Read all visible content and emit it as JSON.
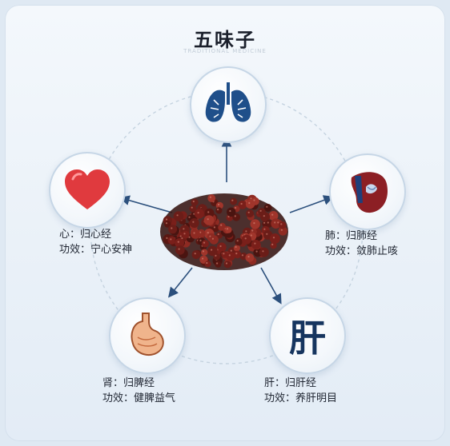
{
  "title": "五味子",
  "subtitle": "TRADITIONAL MEDICINE",
  "organs": {
    "lung": {
      "icon": "lungs-icon",
      "line1": "肺：归肺经",
      "line2": "功效：敛肺止咳",
      "color": "#1f4f8a"
    },
    "heart": {
      "icon": "heart-icon",
      "line1": "心：归心经",
      "line2": "功效：宁心安神",
      "color": "#e03a3e"
    },
    "kidney": {
      "icon": "stomach-icon",
      "line1": "肾：归脾经",
      "line2": "功效：健脾益气",
      "color": "#e0a27a"
    },
    "liver": {
      "icon": "liver-text-icon",
      "glyph": "肝",
      "line1": "肝：归肝经",
      "line2": "功效：养肝明目",
      "color": "#16355f"
    },
    "right": {
      "icon": "liver-organ-icon"
    }
  },
  "colors": {
    "arrow": "#2b4f7c",
    "berry": "#8a2a22",
    "accent": "#1f4f8a"
  }
}
